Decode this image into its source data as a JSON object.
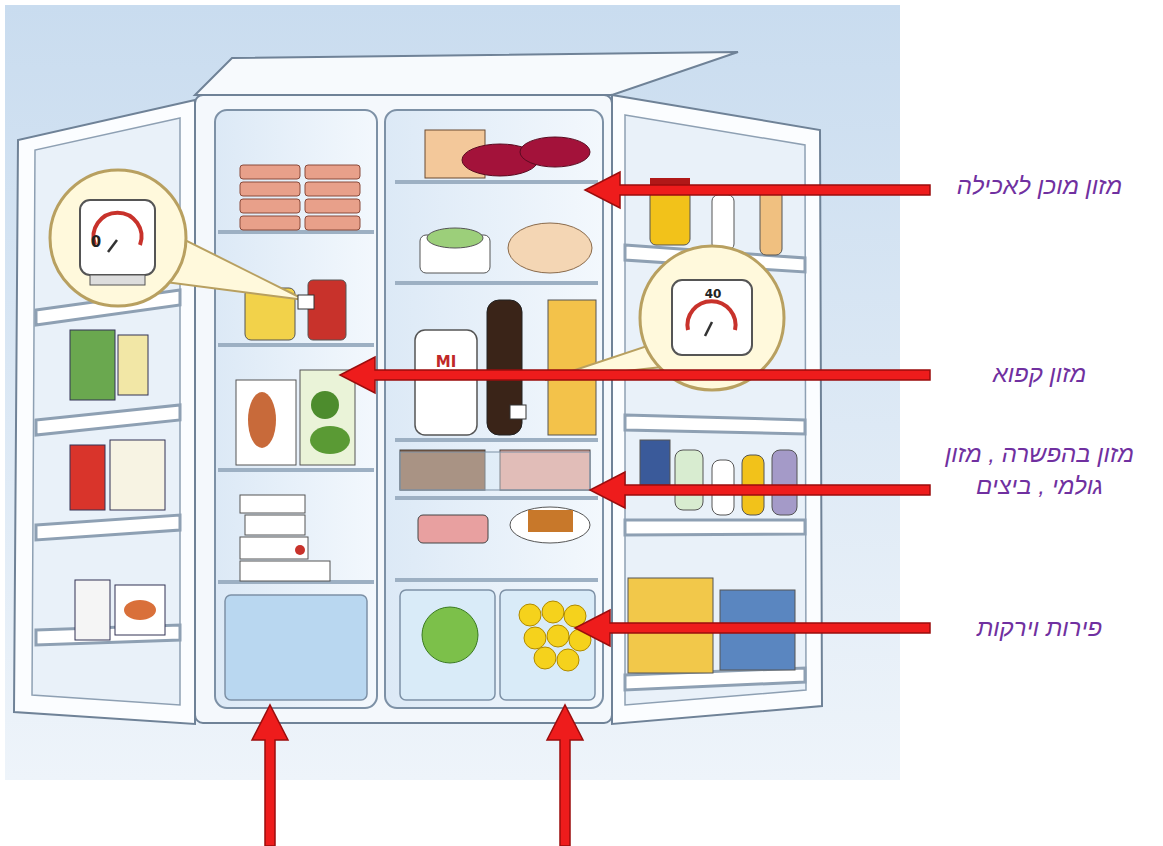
{
  "diagram": {
    "labels": [
      "מזון מוכן לאכילה",
      "מזון קפוא",
      "מזון בהפשרה , מזון גולמי , ביצים",
      "פירות וירקות",
      "0",
      "40",
      "MI"
    ]
  }
}
